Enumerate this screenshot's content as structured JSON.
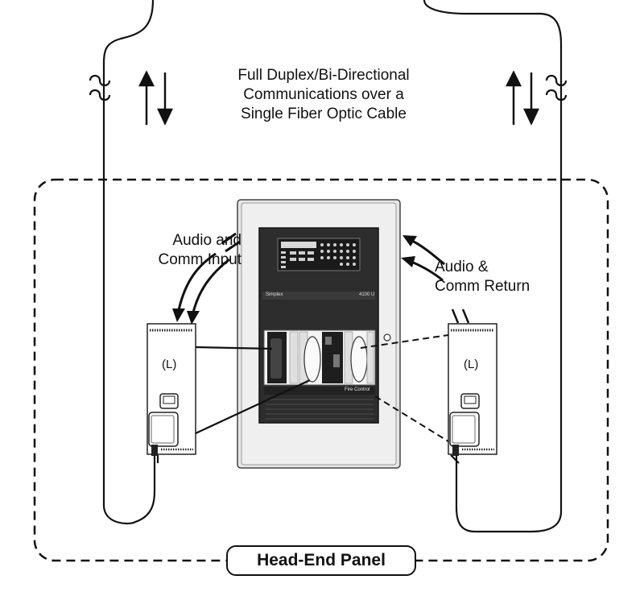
{
  "caption": {
    "lines": [
      "Full Duplex/Bi-Directional",
      "Communications over a",
      "Single Fiber Optic Cable"
    ]
  },
  "labels": {
    "audio_input": [
      "Audio and",
      "Comm Input"
    ],
    "audio_return": [
      "Audio &",
      "Comm Return"
    ]
  },
  "modules": {
    "left_tag": "(L)",
    "right_tag": "(L)"
  },
  "panel": {
    "title": "Head-End Panel",
    "brand": "Simplex",
    "model": "4100 U",
    "badge": "Fire Control"
  },
  "icons": [
    "break-symbol-icon",
    "up-down-arrows-icon"
  ]
}
